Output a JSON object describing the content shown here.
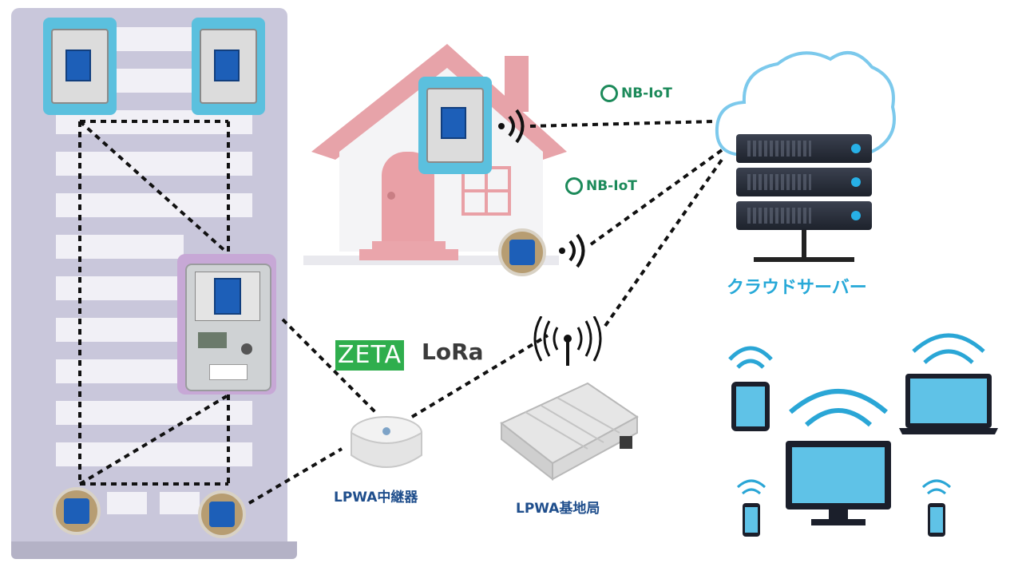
{
  "labels": {
    "cloud_server": "クラウドサーバー",
    "lpwa_repeater": "LPWA中継器",
    "lpwa_base_station": "LPWA基地局"
  },
  "badges": {
    "nbiot_top": "NB-IoT",
    "nbiot_middle": "NB-IoT",
    "zeta": "ZETA",
    "lora": "LoRa"
  },
  "colors": {
    "label_blue": "#1f4e8c",
    "cloud_label_blue": "#27a9d8",
    "nbiot_green": "#1c8a5a",
    "zeta_green": "#2fae4d",
    "meter_frame_cyan": "#5bc0de",
    "smart_meter_purple": "#c7a8d6",
    "wifi_cyan": "#2aa6d6",
    "house_pink": "#e9a0a6"
  },
  "icons": [
    "meter-icon",
    "smart-meter-icon",
    "wireless-signal-icon",
    "wifi-icon",
    "cloud-icon",
    "server-icon",
    "antenna-icon",
    "house-icon",
    "tablet-icon",
    "laptop-icon",
    "monitor-icon",
    "smartphone-icon"
  ]
}
